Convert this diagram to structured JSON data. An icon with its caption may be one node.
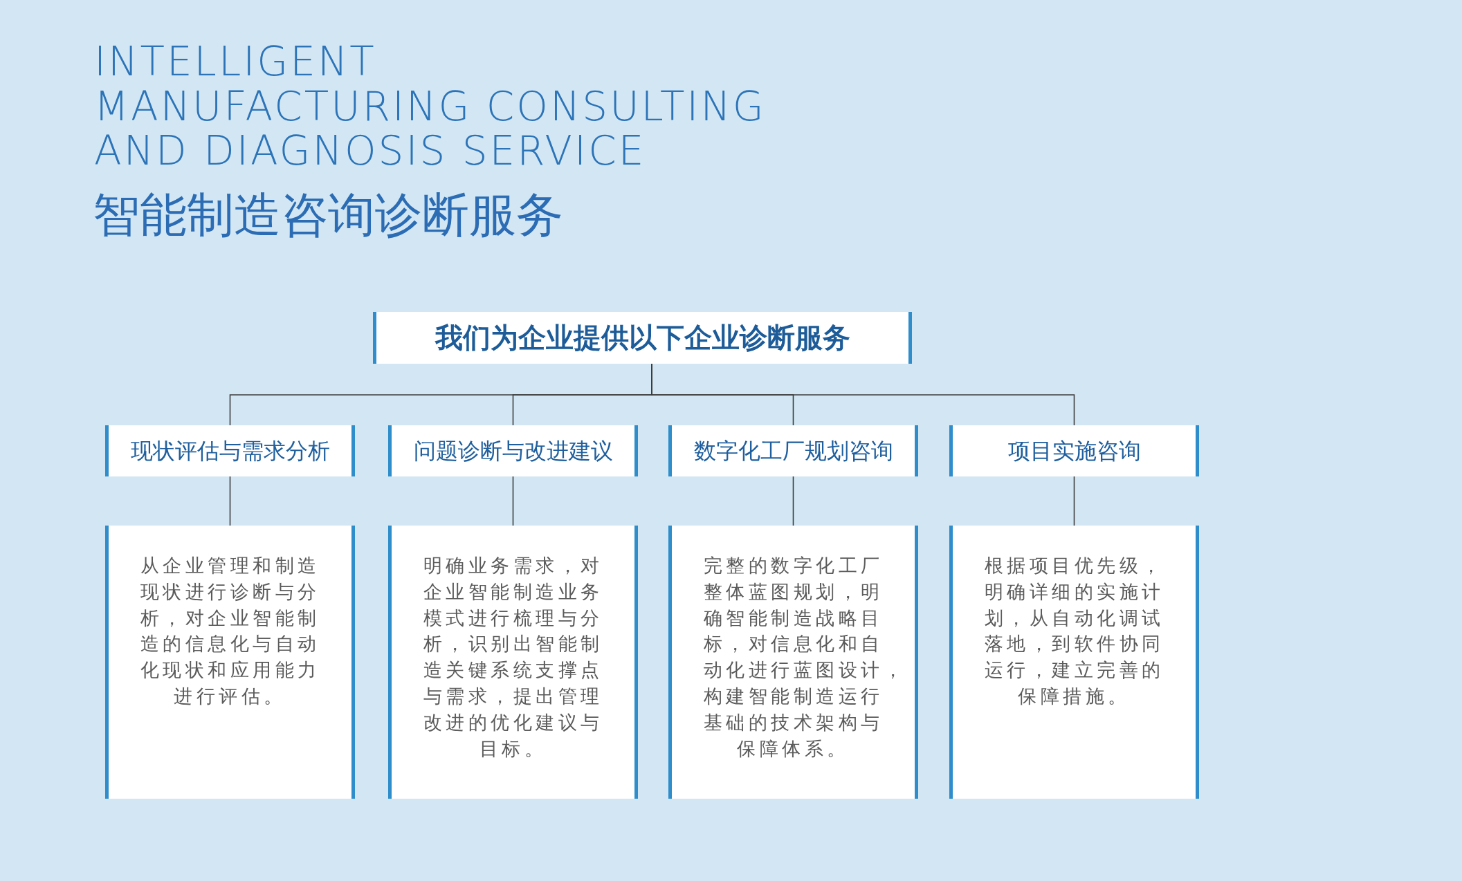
{
  "diagram": {
    "title": "INTELLIGENT MANUFACTURING CONSULTING AND DIAGNOSIS SERVICE",
    "nodes": [
      {
        "text": [
          "我们为企业提供以下企业诊断服务"
        ]
      },
      {
        "text": [
          "现状评估与需求分析"
        ]
      },
      {
        "text": [
          "问题诊断与改进建议"
        ]
      },
      {
        "text": [
          "数字化工厂规划咨询"
        ]
      },
      {
        "text": [
          "项目实施咨询"
        ]
      },
      {
        "text": [
          "从企业管理和制造现状进行诊断与分析，对企业智能制造的信息化与自动化现状和应用能力进行评估。"
        ]
      },
      {
        "text": [
          "明确业务需求，对企业智能制造业务模式进行梳理与分析，识别出智能制造关键系统支撑点与需求，提出管理改进的优化建议与目标。"
        ]
      },
      {
        "text": [
          "完整的数字化工厂整体蓝图规划，明确智能制造战略目标，对信息化和自动化进行蓝图设计，构建智能制造运行基础的技术架构与保障体系。"
        ]
      },
      {
        "text": [
          "根据项目优先级，明确详细的实施计划，从自动化调试落地，到软件协同运行，建立完善的保障措施。"
        ]
      }
    ],
    "edges": [
      {
        "from": 0,
        "to": 1,
        "arrow": "none"
      },
      {
        "from": 0,
        "to": 2,
        "arrow": "none"
      },
      {
        "from": 0,
        "to": 3,
        "arrow": "none"
      },
      {
        "from": 0,
        "to": 4,
        "arrow": "none"
      },
      {
        "from": 1,
        "to": 5,
        "arrow": "none"
      },
      {
        "from": 2,
        "to": 6,
        "arrow": "none"
      },
      {
        "from": 3,
        "to": 7,
        "arrow": "none"
      },
      {
        "from": 4,
        "to": 8,
        "arrow": "none"
      }
    ],
    "labels": [
      "智能制造咨询诊断服务"
    ]
  }
}
